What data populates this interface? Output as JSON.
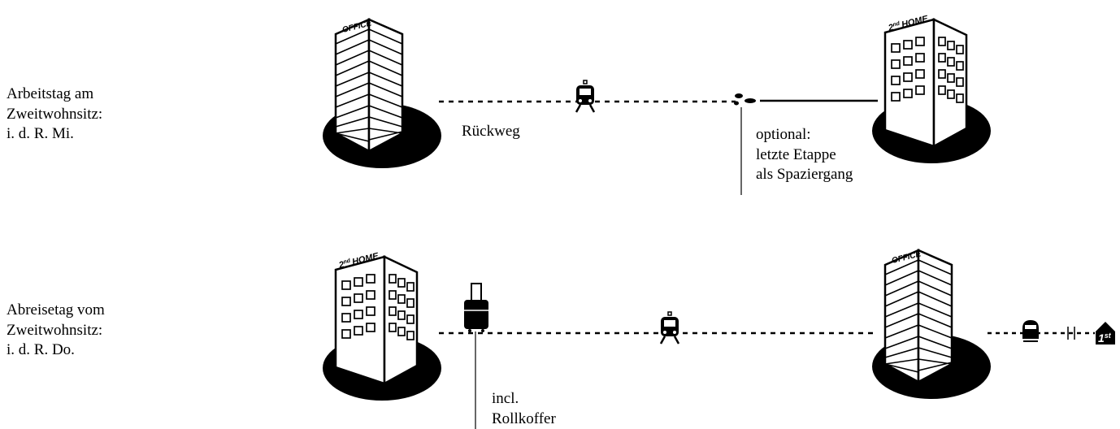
{
  "rows": [
    {
      "label_lines": [
        "Arbeitstag am",
        "Zweitwohnsitz:",
        "i. d. R. Mi."
      ],
      "start_building": {
        "sign": "OFFICE"
      },
      "end_building": {
        "sign": "2nd HOME",
        "sign_main": "HOME",
        "sign_ordinal": "2",
        "sign_suffix": "nd"
      },
      "route_label": "Rückweg",
      "note_lines": [
        "optional:",
        "letzte Etappe",
        "als Spaziergang"
      ],
      "icons": [
        "office-building-icon",
        "train-icon",
        "footprints-icon",
        "home-building-icon"
      ]
    },
    {
      "label_lines": [
        "Abreisetag vom",
        "Zweitwohnsitz:",
        "i. d. R. Do."
      ],
      "start_building": {
        "sign": "2nd HOME",
        "sign_main": "HOME",
        "sign_ordinal": "2",
        "sign_suffix": "nd"
      },
      "end_building": {
        "sign": "OFFICE"
      },
      "note_lines": [
        "incl.",
        "Rollkoffer"
      ],
      "first_home_badge": {
        "number": "1",
        "suffix": "st"
      },
      "icons": [
        "home-building-icon",
        "rolling-suitcase-icon",
        "train-icon",
        "office-building-icon",
        "high-speed-train-icon",
        "track-barrier-icon",
        "first-home-icon"
      ]
    }
  ]
}
